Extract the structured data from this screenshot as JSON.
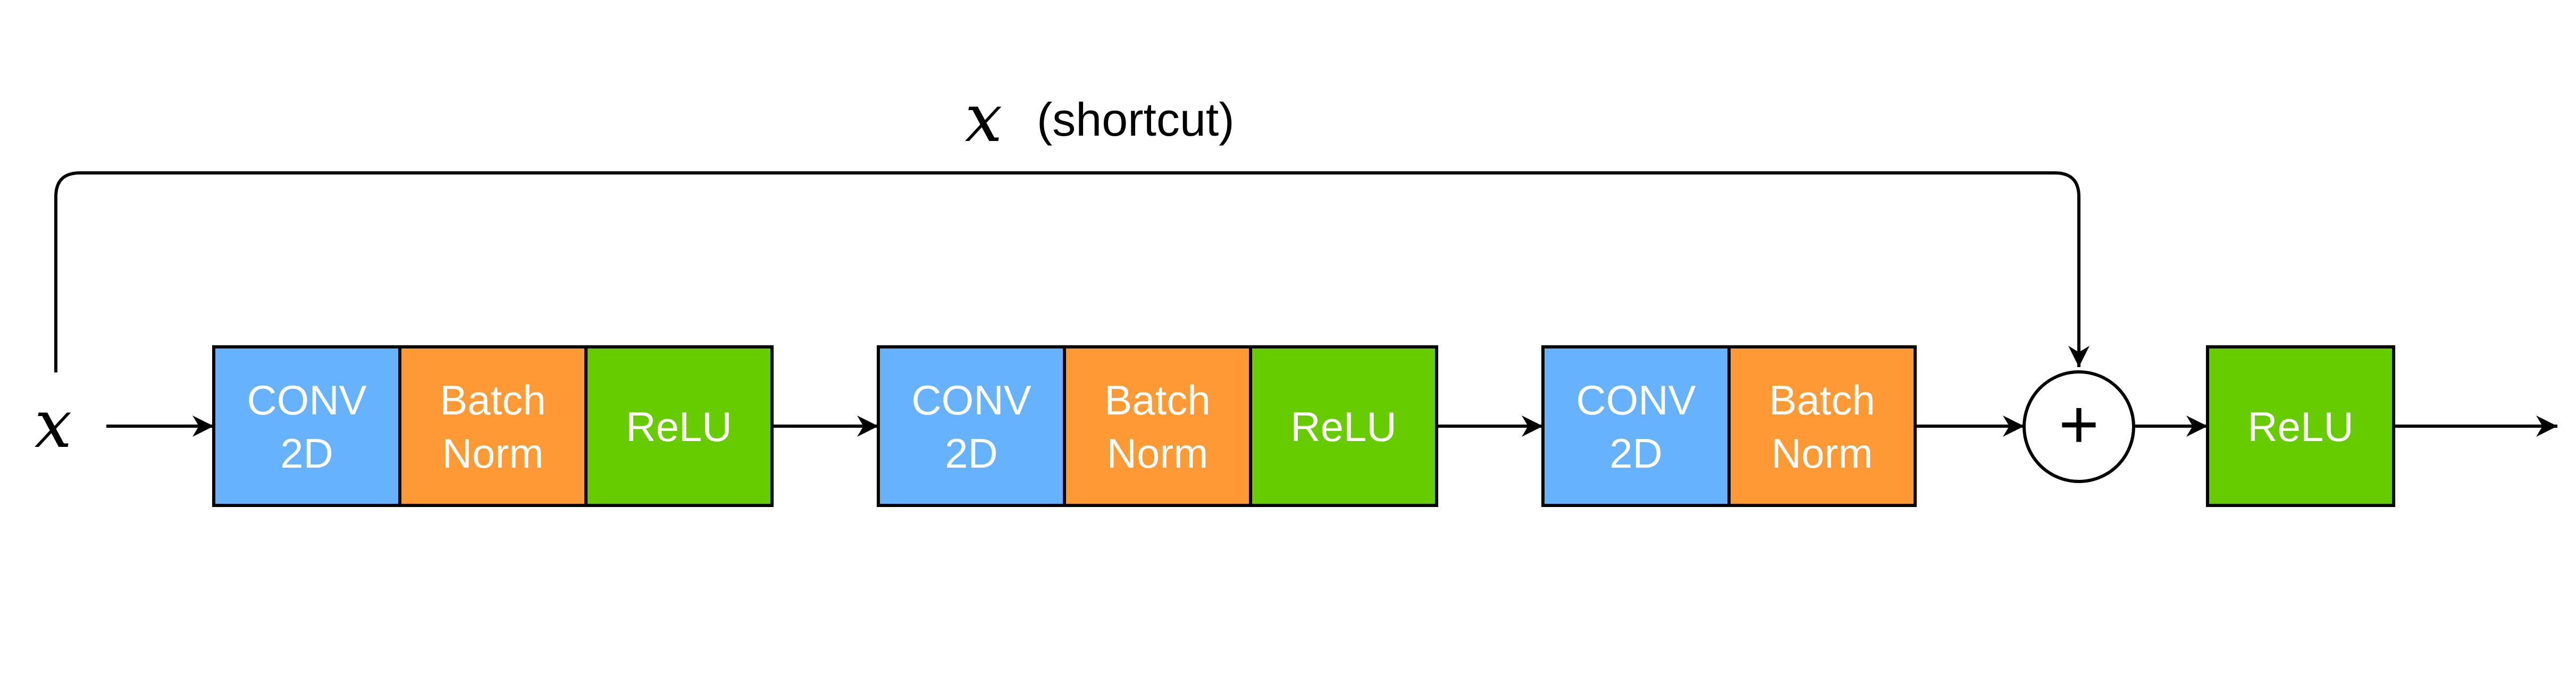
{
  "input": {
    "symbol": "x"
  },
  "shortcut": {
    "symbol": "x",
    "label": "(shortcut)"
  },
  "stages": [
    {
      "layers": [
        {
          "kind": "conv",
          "lines": [
            "CONV",
            "2D"
          ]
        },
        {
          "kind": "bn",
          "lines": [
            "Batch",
            "Norm"
          ]
        },
        {
          "kind": "relu",
          "lines": [
            "ReLU"
          ]
        }
      ]
    },
    {
      "layers": [
        {
          "kind": "conv",
          "lines": [
            "CONV",
            "2D"
          ]
        },
        {
          "kind": "bn",
          "lines": [
            "Batch",
            "Norm"
          ]
        },
        {
          "kind": "relu",
          "lines": [
            "ReLU"
          ]
        }
      ]
    },
    {
      "layers": [
        {
          "kind": "conv",
          "lines": [
            "CONV",
            "2D"
          ]
        },
        {
          "kind": "bn",
          "lines": [
            "Batch",
            "Norm"
          ]
        }
      ]
    }
  ],
  "adder": {
    "symbol": "+"
  },
  "final": {
    "kind": "relu",
    "lines": [
      "ReLU"
    ]
  },
  "colors": {
    "conv": "#66b2ff",
    "bn": "#ff9933",
    "relu": "#66cc00",
    "stroke": "#000000",
    "label": "#ffffff"
  }
}
